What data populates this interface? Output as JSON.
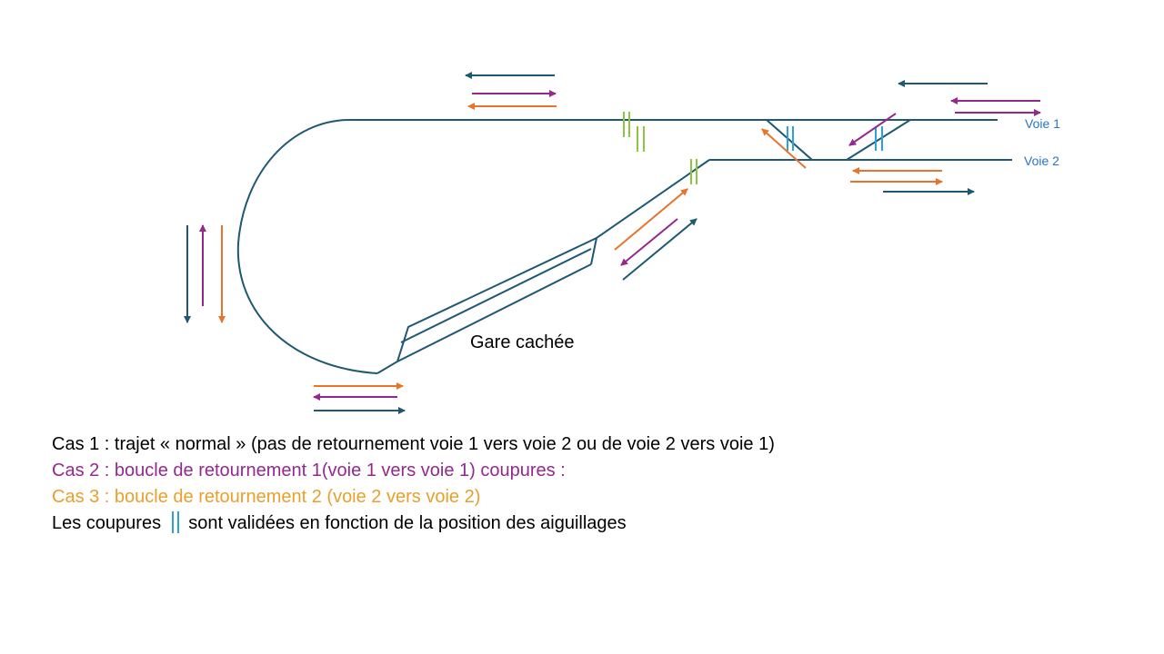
{
  "labels": {
    "voie1": "Voie 1",
    "voie2": "Voie 2",
    "gare": "Gare cachée"
  },
  "legend": {
    "cas1": "Cas 1 : trajet « normal » (pas de retournement voie 1 vers voie 2 ou de voie 2 vers voie 1)",
    "cas2": "Cas 2 : boucle de retournement 1(voie 1 vers voie 1) coupures :",
    "cas3": "Cas 3 : boucle de retournement 2 (voie 2 vers voie 2)",
    "note_before": "Les coupures",
    "note_after": "sont validées en fonction de la position des aiguillages"
  },
  "colors": {
    "track": "#1f5873",
    "cas1": "#1f5873",
    "cas2": "#94288f",
    "cas3": "#e8742c",
    "cut_green": "#8cc63f",
    "cut_blue": "#29a3d9",
    "voie_label": "#2a74c4",
    "legend_cas1": "#000000",
    "legend_cas2": "#94288f",
    "legend_cas3": "#e8a02c"
  }
}
